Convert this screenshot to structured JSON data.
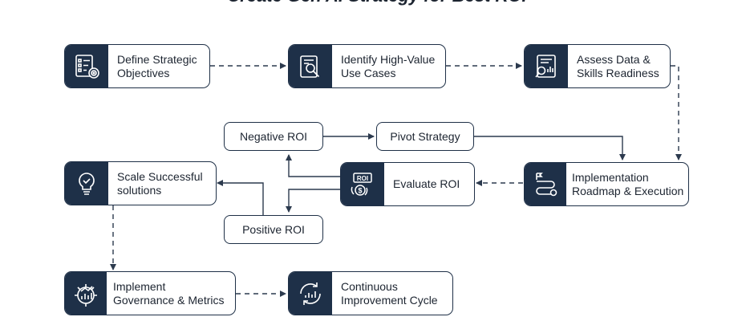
{
  "title": "Create Gen AI Strategy for Best ROI",
  "nodes": {
    "define": {
      "label": "Define Strategic\nObjectives",
      "icon": "checklist-target-icon"
    },
    "identify": {
      "label": "Identify High-Value\nUse Cases",
      "icon": "document-search-icon"
    },
    "assess": {
      "label": "Assess Data &\nSkills Readiness",
      "icon": "report-magnifier-icon"
    },
    "roadmap": {
      "label": "Implementation\nRoadmap & Execution",
      "icon": "roadmap-path-icon"
    },
    "evaluate": {
      "label": "Evaluate ROI",
      "icon": "roi-coin-icon"
    },
    "scale": {
      "label": "Scale Successful\nsolutions",
      "icon": "lightbulb-check-icon"
    },
    "governance": {
      "label": "Implement\nGovernance & Metrics",
      "icon": "gear-chart-icon"
    },
    "continuous": {
      "label": "Continuous\nImprovement Cycle",
      "icon": "cycle-arrows-icon"
    }
  },
  "pills": {
    "negative": "Negative ROI",
    "pivot": "Pivot Strategy",
    "positive": "Positive ROI"
  },
  "colors": {
    "accent": "#1e3048",
    "stroke": "#1f3047",
    "connector": "#2c3a4e"
  }
}
